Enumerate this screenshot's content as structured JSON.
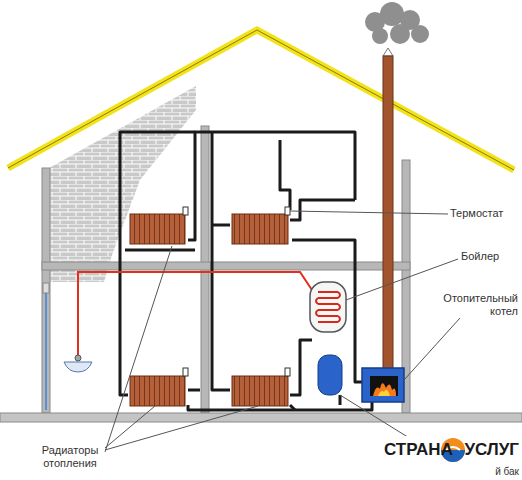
{
  "diagram": {
    "labels": [
      "Термостат",
      "Бойлер",
      "Отопительный котел",
      "Радиаторы отопления",
      "й бак",
      "СТРАНА",
      "УСЛУГ"
    ]
  }
}
